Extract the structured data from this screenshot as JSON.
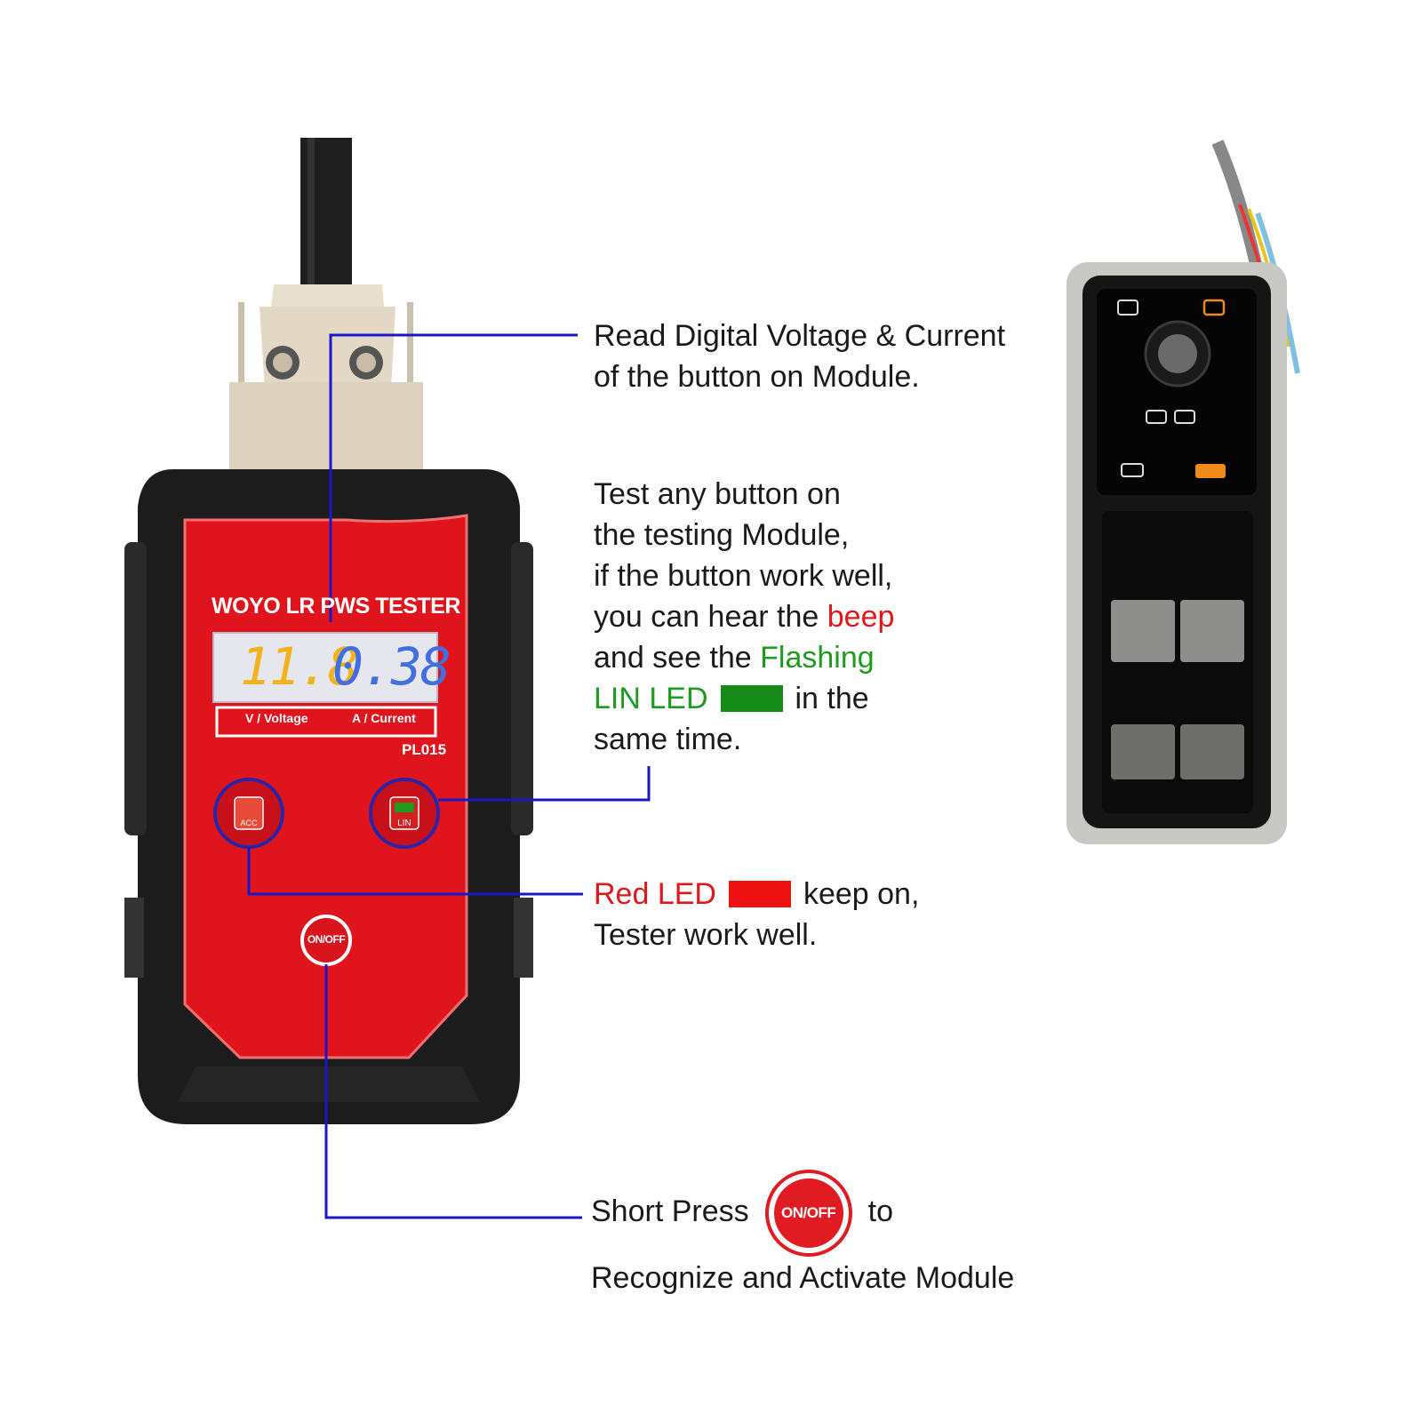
{
  "device": {
    "title": "WOYO LR PWS TESTER",
    "voltage_display": "11.8",
    "current_display": "0.38",
    "voltage_label": "/ Voltage",
    "current_label": "/ Current",
    "voltage_unit_symbol": "V",
    "current_unit_symbol": "A",
    "model": "PL015",
    "acc_led_label": "ACC",
    "lin_led_label": "LIN",
    "power_button_label": "ON/OFF"
  },
  "callouts": {
    "voltage": {
      "line1": "Read Digital Voltage & Current",
      "line2": "of the button on Module."
    },
    "button_test": {
      "line1": "Test any button on",
      "line2": "the testing Module,",
      "line3": "if the button work well,",
      "line4_pre": "you can hear the ",
      "line4_beep": "beep",
      "line5_pre": "and see the ",
      "line5_flashing": "Flashing",
      "line6_lin": "LIN LED",
      "line6_post": "in the",
      "line7": "same time."
    },
    "red_led": {
      "label": "Red LED",
      "post": "keep on,",
      "line2": "Tester work well."
    },
    "short_press": {
      "pre": "Short Press",
      "badge": "ON/OFF",
      "post": "to",
      "line2": "Recognize and Activate Module"
    }
  },
  "colors": {
    "device_red": "#e0141c",
    "device_body": "#1c1c1c",
    "leader_line": "#1818c8",
    "text_red": "#e0181b",
    "text_green": "#1f9a1f",
    "lin_led": "#168a16",
    "acc_led": "#ee1111",
    "voltage_digits": "#f2b21a",
    "current_digits": "#3f6fe0"
  }
}
